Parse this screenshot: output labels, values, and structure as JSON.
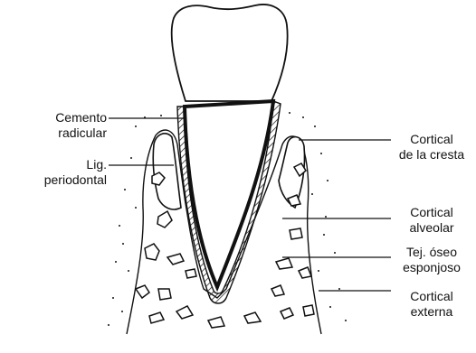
{
  "labels": {
    "cemento": [
      "Cemento",
      "radicular"
    ],
    "lig": [
      "Lig.",
      "periodontal"
    ],
    "cortical_cresta": [
      "Cortical",
      "de la cresta"
    ],
    "cortical_alveolar": [
      "Cortical",
      "alveolar"
    ],
    "tej_oseo": [
      "Tej. óseo",
      "esponjoso"
    ],
    "cortical_externa": [
      "Cortical",
      "externa"
    ]
  },
  "colors": {
    "ink": "#111111",
    "paper": "#ffffff"
  }
}
